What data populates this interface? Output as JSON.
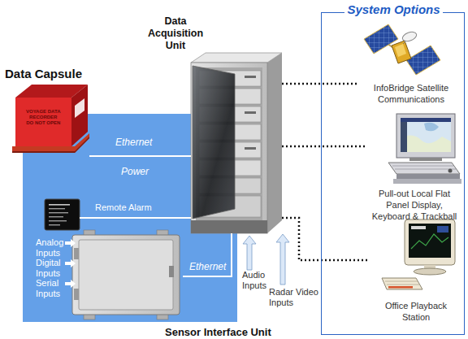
{
  "diagram": {
    "nodes": [
      {
        "text": [
          "Data Capsule",
          "VOYAGE DATA RECORDER DO NOT OPEN"
        ]
      },
      {
        "text": [
          "Data Acquisition Unit"
        ]
      },
      {
        "text": [
          "Remote Alarm"
        ]
      },
      {
        "text": [
          "Sensor Interface Unit"
        ]
      },
      {
        "text": [
          "System Options"
        ]
      },
      {
        "text": [
          "InfoBridge Satellite Communications"
        ],
        "in": 4
      },
      {
        "text": [
          "Pull-out Local Flat Panel Display, Keyboard & Trackball"
        ],
        "in": 4
      },
      {
        "text": [
          "Office Playback Station"
        ],
        "in": 4
      }
    ],
    "edges": [
      {
        "from": 0,
        "to": 1,
        "label": "Ethernet",
        "arrow": "none"
      },
      {
        "from": 2,
        "to": 1,
        "arrow": "none"
      },
      {
        "from": 3,
        "to": 1,
        "label": "Ethernet",
        "arrow": "none"
      },
      {
        "from": 1,
        "to": 5,
        "arrow": "none"
      },
      {
        "from": 1,
        "to": 6,
        "arrow": "none"
      },
      {
        "from": 1,
        "to": 7,
        "arrow": "none"
      }
    ],
    "labels": [
      "Power",
      "Analog Inputs",
      "Digital Inputs",
      "Serial Inputs",
      "Audio Inputs",
      "Radar Video Inputs"
    ]
  }
}
